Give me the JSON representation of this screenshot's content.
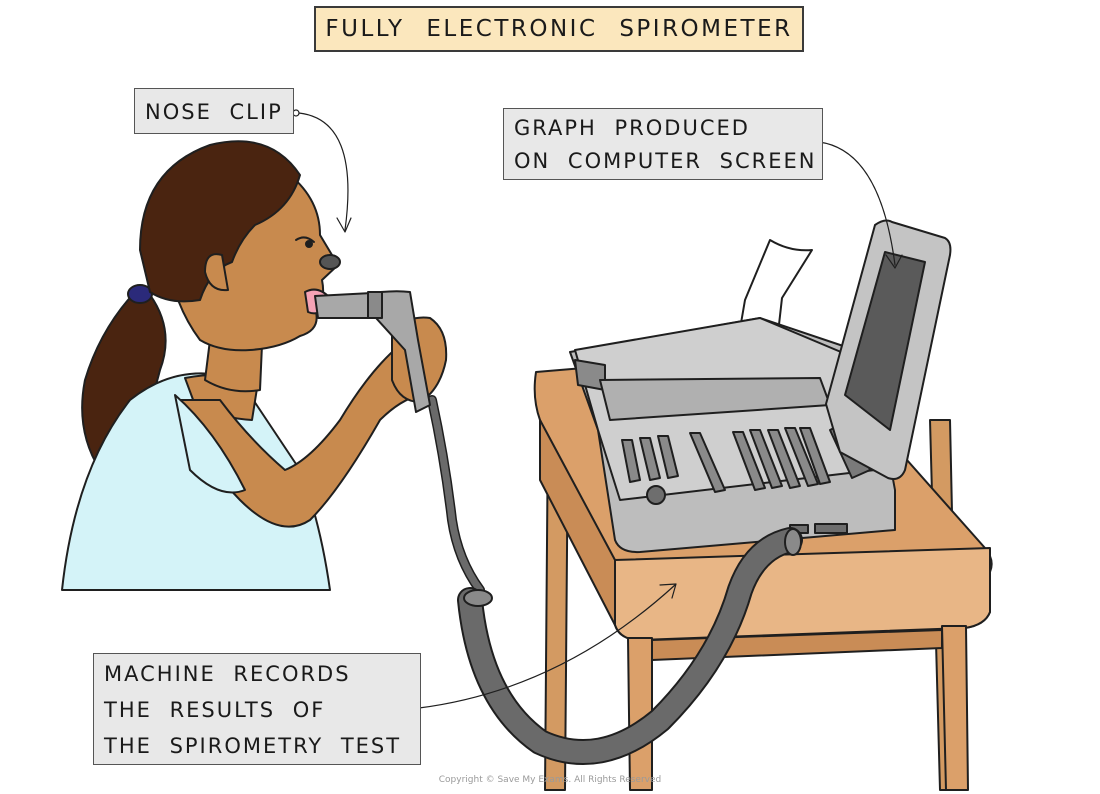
{
  "title": "FULLY ELECTRONIC SPIROMETER",
  "labels": {
    "nose_clip": "NOSE CLIP",
    "graph": [
      "GRAPH PRODUCED",
      "ON COMPUTER SCREEN"
    ],
    "machine": [
      "MACHINE RECORDS",
      "THE RESULTS OF",
      "THE SPIROMETRY TEST"
    ]
  },
  "copyright": "Copyright © Save My Exams. All Rights Reserved",
  "colors": {
    "title_fill": "#fbe7bd",
    "label_fill": "#e8e8e8",
    "skin": "#c88a4e",
    "hair": "#4a2410",
    "shirt": "#d4f3f8",
    "table": "#dba06a",
    "device": "#bdbdbd",
    "tube": "#6a6a6a"
  }
}
